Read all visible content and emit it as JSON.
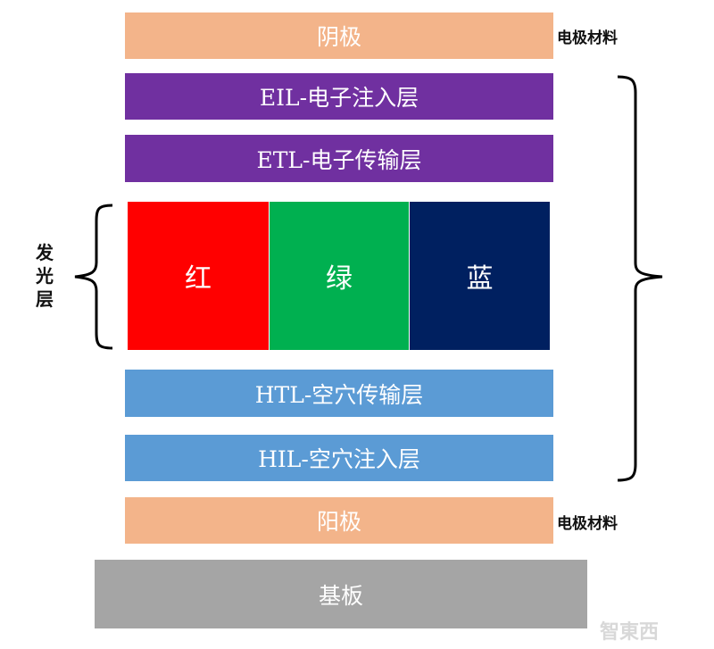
{
  "colors": {
    "electrode": "#f3b48a",
    "electron_layer": "#7030a0",
    "red": "#ff0000",
    "green": "#00b050",
    "blue": "#002060",
    "hole_layer": "#5b9bd5",
    "substrate": "#a5a5a5"
  },
  "layers": {
    "cathode": "阴极",
    "eil": "EIL-电子注入层",
    "etl": "ETL-电子传输层",
    "red": "红",
    "green": "绿",
    "blue": "蓝",
    "htl": "HTL-空穴传输层",
    "hil": "HIL-空穴注入层",
    "anode": "阳极",
    "substrate": "基板"
  },
  "labels": {
    "electrode_material_top": "电极材料",
    "electrode_material_bottom": "电极材料",
    "emissive_layer": "发光层"
  },
  "watermark": "智東西"
}
